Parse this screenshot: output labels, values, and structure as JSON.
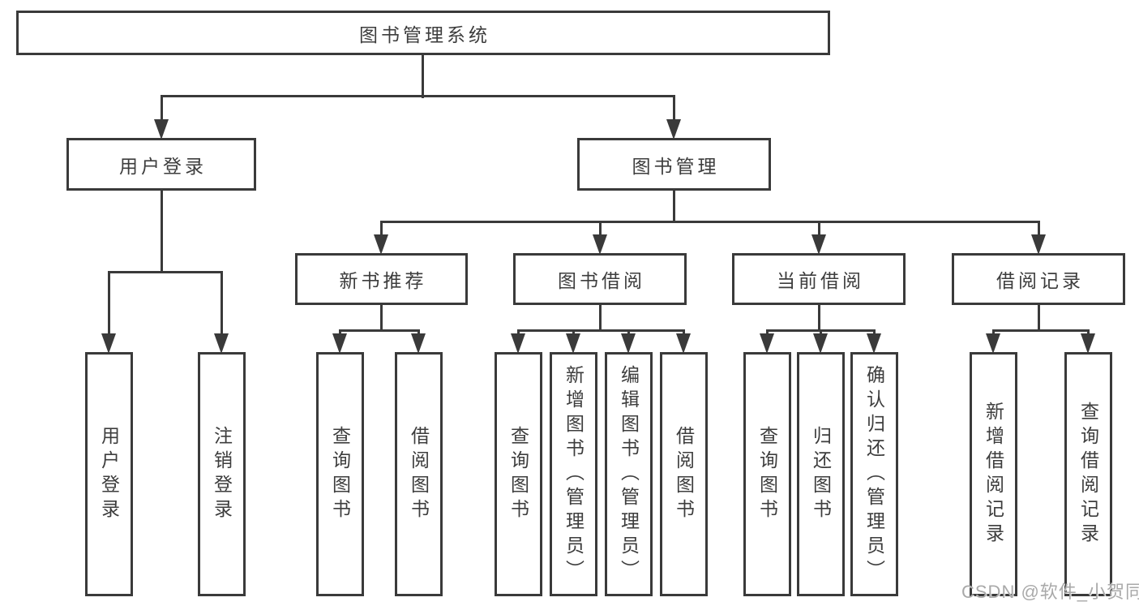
{
  "colors": {
    "line": "#3a3a3a",
    "text": "#3d3d3d",
    "box_fill": "#ffffff",
    "watermark": "#a9a9a9"
  },
  "diagram": {
    "root": {
      "label": "图书管理系统"
    },
    "level2": [
      {
        "id": "user-login",
        "label": "用户登录"
      },
      {
        "id": "book-management",
        "label": "图书管理"
      }
    ],
    "level3": [
      {
        "id": "new-book-recommend",
        "label": "新书推荐"
      },
      {
        "id": "book-borrow",
        "label": "图书借阅"
      },
      {
        "id": "current-borrow",
        "label": "当前借阅"
      },
      {
        "id": "borrow-records",
        "label": "借阅记录"
      }
    ],
    "leaves": [
      {
        "id": "user-login-leaf",
        "label": "用户登录"
      },
      {
        "id": "logout-leaf",
        "label": "注销登录"
      },
      {
        "id": "query-books-1",
        "label": "查询图书"
      },
      {
        "id": "borrow-books-1",
        "label": "借阅图书"
      },
      {
        "id": "query-books-2",
        "label": "查询图书"
      },
      {
        "id": "add-books-admin",
        "label": "新增图书（管理员）"
      },
      {
        "id": "edit-books-admin",
        "label": "编辑图书（管理员）"
      },
      {
        "id": "borrow-books-2",
        "label": "借阅图书"
      },
      {
        "id": "query-books-3",
        "label": "查询图书"
      },
      {
        "id": "return-books",
        "label": "归还图书"
      },
      {
        "id": "confirm-return-admin",
        "label": "确认归还（管理员）"
      },
      {
        "id": "add-borrow-record",
        "label": "新增借阅记录"
      },
      {
        "id": "query-borrow-record",
        "label": "查询借阅记录"
      }
    ]
  },
  "watermark": {
    "text": "CSDN @软件_小贺同学"
  }
}
